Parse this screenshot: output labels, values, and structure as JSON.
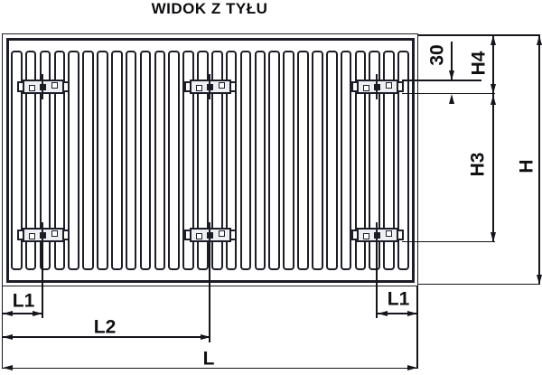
{
  "title": "WIDOK Z TYŁU",
  "colors": {
    "drawing_line": "#1d1d28",
    "dimension_line": "#15151c",
    "background": "#ffffff"
  },
  "radiator": {
    "fin_count": 28,
    "bracket_count": 6
  },
  "dimension_labels": {
    "offset_30": "30",
    "h4": "H4",
    "h3": "H3",
    "h_total": "H",
    "l1_left": "L1",
    "l1_right": "L1",
    "l2": "L2",
    "l_total": "L"
  }
}
